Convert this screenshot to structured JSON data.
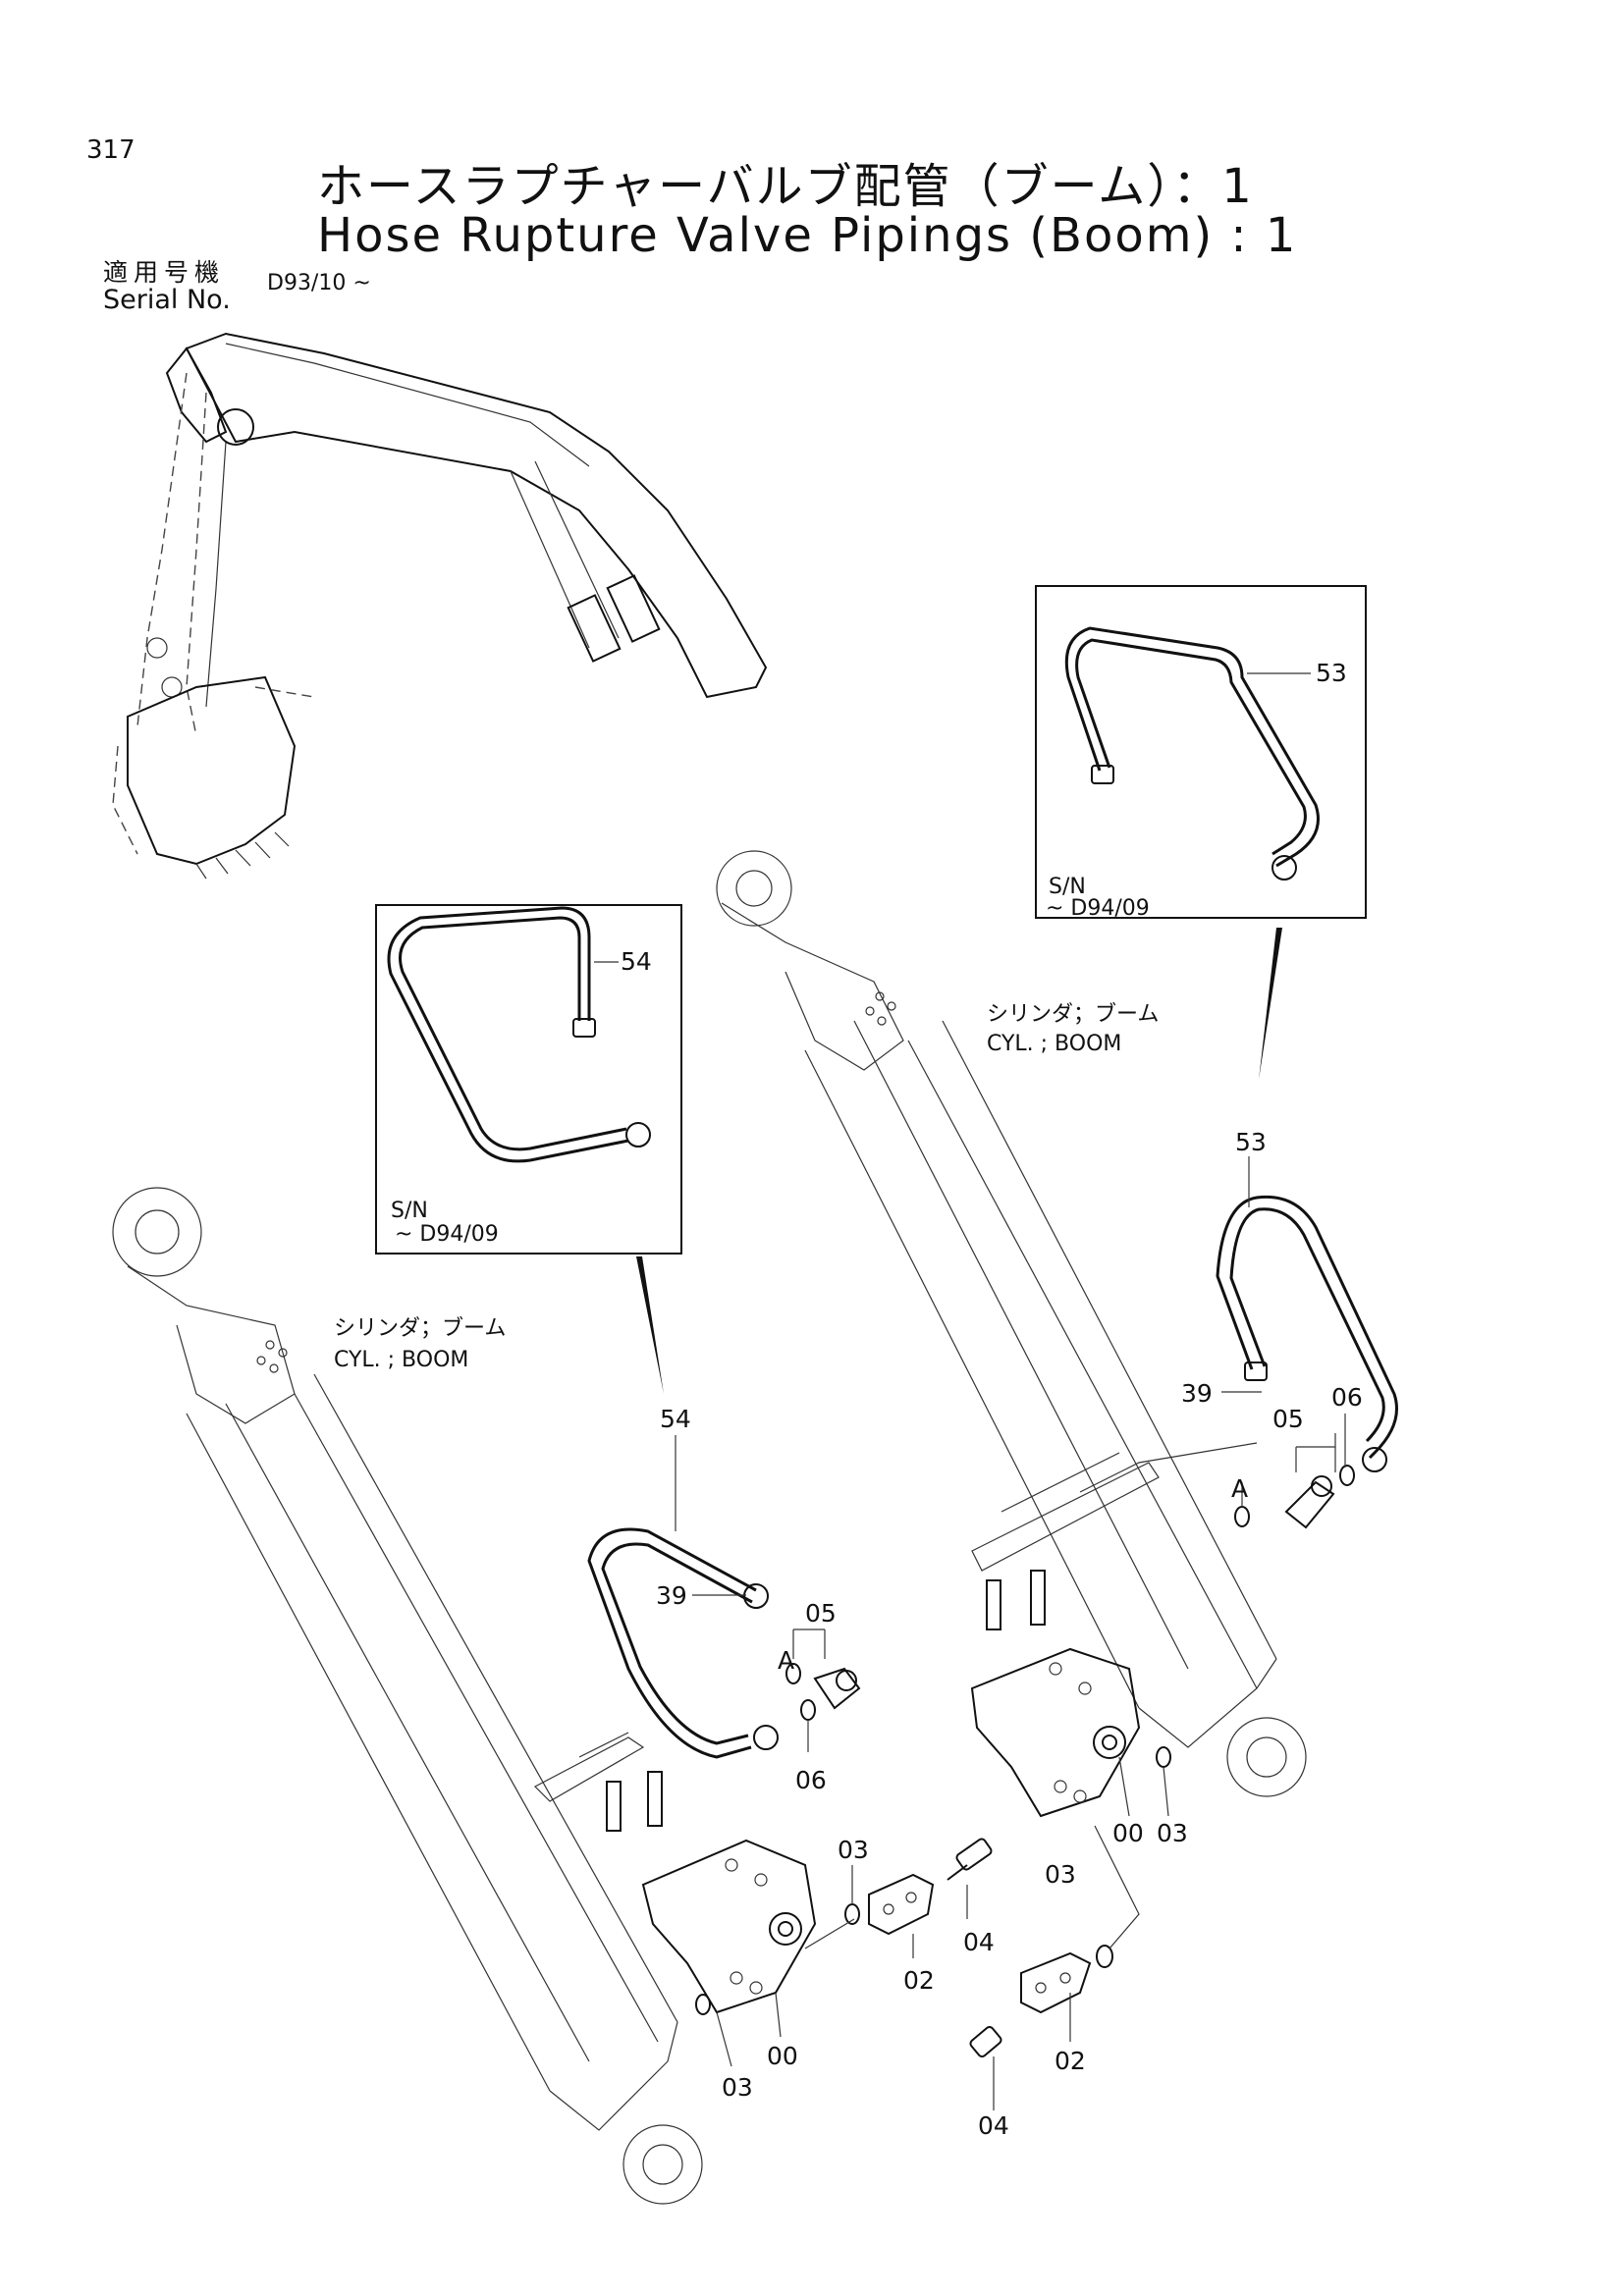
{
  "page": {
    "number": "317"
  },
  "title": {
    "japanese": "ホースラプチャーバルブ配管（ブーム）：1",
    "english": "Hose Rupture Valve Pipings (Boom) : 1"
  },
  "serial": {
    "label_jp": "適用号機",
    "label_en": "Serial No.",
    "value": "D93/10 ~"
  },
  "insets": [
    {
      "part": "53",
      "sn_label": "S/N",
      "sn_value": "~ D94/09"
    },
    {
      "part": "54",
      "sn_label": "S/N",
      "sn_value": "~ D94/09"
    }
  ],
  "cylinder_labels": {
    "right": {
      "jp": "シリンダ；ブーム",
      "en": "CYL. ; BOOM"
    },
    "left": {
      "jp": "シリンダ；ブーム",
      "en": "CYL. ; BOOM"
    }
  },
  "callouts": {
    "right": {
      "p53": "53",
      "p39": "39",
      "p05": "05",
      "p06": "06",
      "pA": "A",
      "p00": "00",
      "p03a": "03",
      "p03b": "03",
      "p02": "02",
      "p04": "04"
    },
    "left": {
      "p54": "54",
      "p39": "39",
      "p05": "05",
      "pA": "A",
      "p06": "06",
      "p03a": "03",
      "p04": "04",
      "p02": "02",
      "p00": "00",
      "p03b": "03"
    }
  }
}
